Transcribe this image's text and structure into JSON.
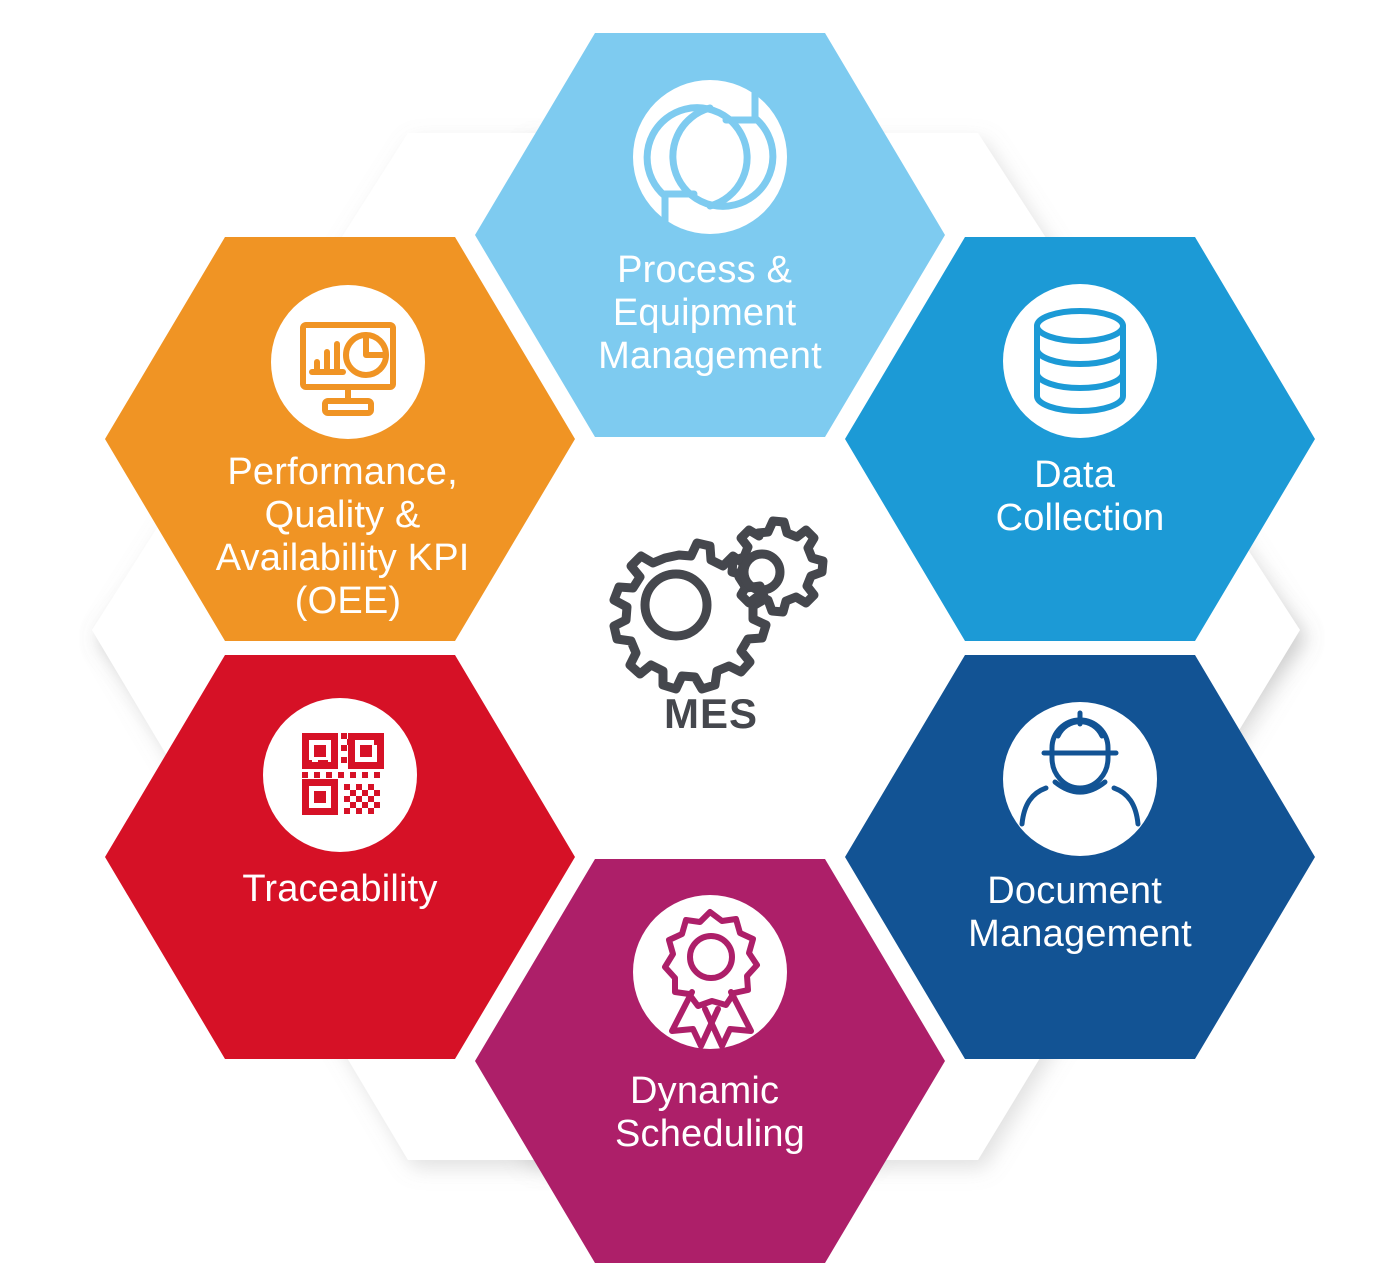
{
  "diagram": {
    "title": "MES Functional Modules Hexagon Diagram",
    "center": {
      "label": "MES",
      "icon": "gears-icon",
      "icon_color": "#45474D",
      "text_color": "#45474D"
    },
    "background_shape": {
      "name": "outer-hexagon-backdrop",
      "fill": "#ffffff",
      "shadow_color": "#e3e3e3"
    },
    "segments": [
      {
        "id": "process-equipment-management",
        "label_lines": [
          "Process &",
          "Equipment",
          "Management"
        ],
        "label": "Process & Equipment Management",
        "color": "#7ECBF0",
        "icon": "refresh-cycle-icon",
        "position": "top"
      },
      {
        "id": "data-collection",
        "label_lines": [
          "Data",
          "Collection"
        ],
        "label": "Data Collection",
        "color": "#1C9AD6",
        "icon": "database-icon",
        "position": "top-right"
      },
      {
        "id": "document-management",
        "label_lines": [
          "Document",
          "Management"
        ],
        "label": "Document Management",
        "color": "#125394",
        "icon": "worker-helmet-icon",
        "position": "bottom-right"
      },
      {
        "id": "dynamic-scheduling",
        "label_lines": [
          "Dynamic",
          "Scheduling"
        ],
        "label": "Dynamic Scheduling",
        "color": "#AD1F69",
        "icon": "award-ribbon-icon",
        "position": "bottom"
      },
      {
        "id": "traceability",
        "label_lines": [
          "Traceability"
        ],
        "label": "Traceability",
        "color": "#D61126",
        "icon": "qr-code-icon",
        "position": "bottom-left"
      },
      {
        "id": "performance-quality-availability-kpi",
        "label_lines": [
          "Performance,",
          "Quality &",
          "Availability KPI",
          "(OEE)"
        ],
        "label": "Performance, Quality & Availability KPI (OEE)",
        "color": "#F09424",
        "icon": "dashboard-monitor-icon",
        "position": "top-left"
      }
    ]
  }
}
